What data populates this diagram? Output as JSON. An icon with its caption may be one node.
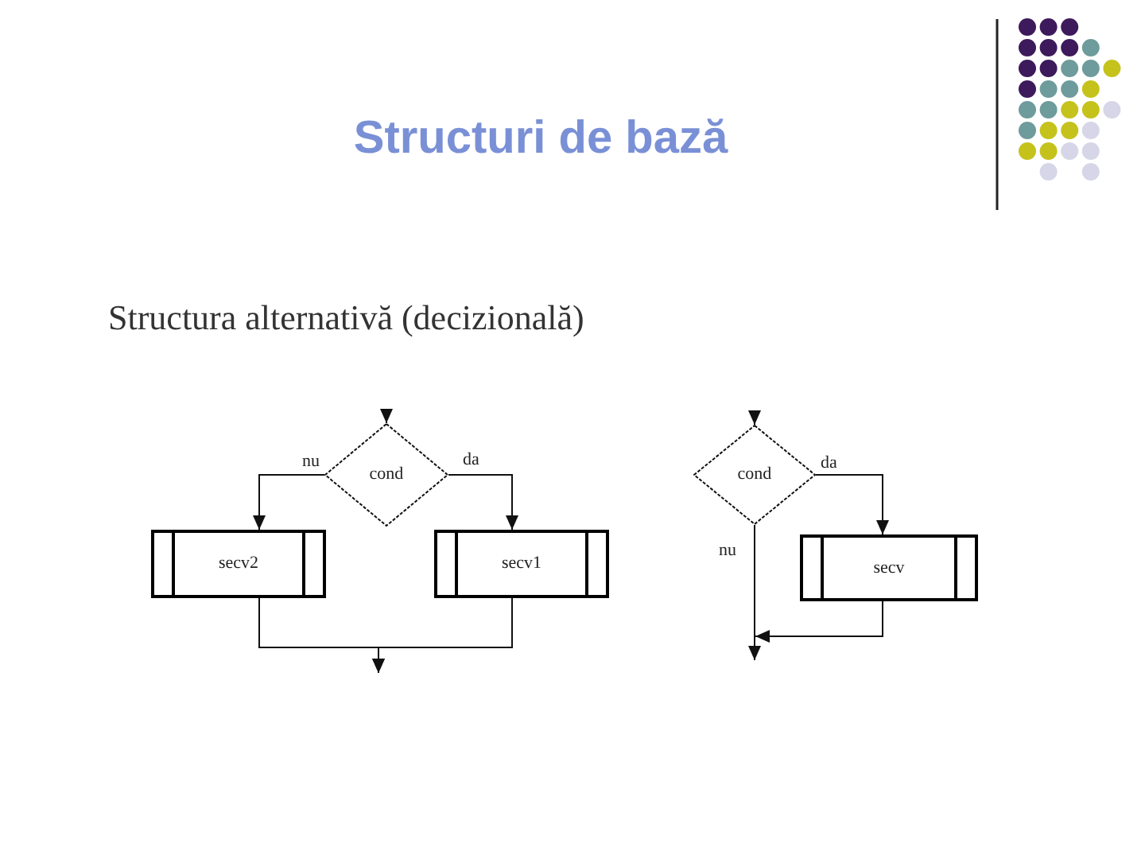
{
  "diagram": {
    "title": "Structuri de bază",
    "nodes": [
      {
        "text": [
          "cond"
        ]
      },
      {
        "text": [
          "secv2"
        ]
      },
      {
        "text": [
          "secv1"
        ]
      },
      {
        "text": [
          "cond"
        ]
      },
      {
        "text": [
          "secv"
        ]
      }
    ],
    "edges": [
      {
        "from": null,
        "to": 0,
        "arrow": "to"
      },
      {
        "from": 0,
        "to": 1,
        "arrow": "to",
        "label": "nu"
      },
      {
        "from": 0,
        "to": 2,
        "arrow": "to",
        "label": "da"
      },
      {
        "from": 1,
        "to": null,
        "arrow": "to"
      },
      {
        "from": 2,
        "to": null,
        "arrow": "to"
      },
      {
        "from": null,
        "to": 3,
        "arrow": "to"
      },
      {
        "from": 3,
        "to": 4,
        "arrow": "to",
        "label": "da"
      },
      {
        "from": 3,
        "to": null,
        "arrow": "to",
        "label": "nu"
      },
      {
        "from": 4,
        "to": null,
        "arrow": "to"
      }
    ],
    "labels": [
      "Structura alternativă (decizională)"
    ]
  }
}
